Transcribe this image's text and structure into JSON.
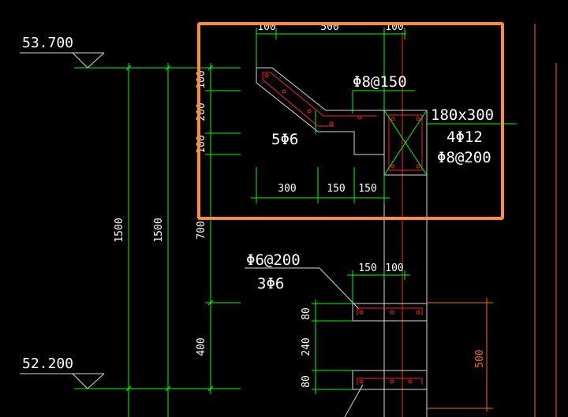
{
  "elevations": {
    "top": "53.700",
    "bottom": "52.200"
  },
  "left_dims": {
    "outer": "1500",
    "inner": "1500",
    "upper": "700",
    "lower": "400"
  },
  "upper_vdims": [
    "100",
    "200",
    "100"
  ],
  "upper_hdims_top": [
    "100",
    "500",
    "100"
  ],
  "upper_hdims_bottom": [
    "300",
    "150",
    "150"
  ],
  "notes": {
    "stirrup_upper": "Φ8@150",
    "bars_upper": "5Φ6",
    "beam_size": "180x300",
    "beam_bars": "4Φ12",
    "beam_stirrup": "Φ8@200",
    "stirrup_lower": "Φ6@200",
    "bars_lower": "3Φ6"
  },
  "lower_hdims": [
    "150",
    "100"
  ],
  "lower_vdims": [
    "80",
    "240",
    "80"
  ],
  "right_dim": "500",
  "colors": {
    "dim": "#00ff00",
    "outline": "#d8d8d8",
    "rebar": "#ff2020",
    "highlight": "#ff8c3a",
    "aux": "#ff6a00"
  }
}
